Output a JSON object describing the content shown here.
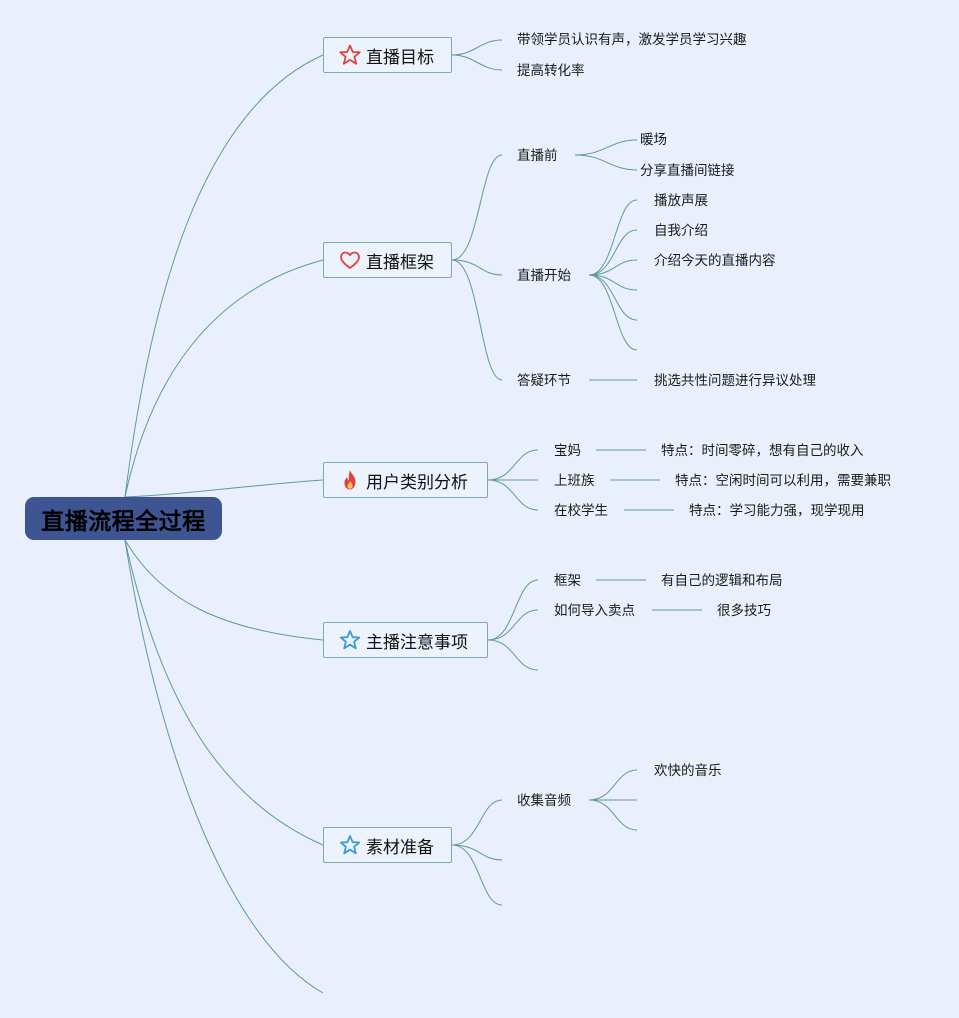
{
  "root": {
    "label": "直播流程全过程"
  },
  "branches": [
    {
      "label": "直播目标",
      "icon": "red-star-icon"
    },
    {
      "label": "直播框架",
      "icon": "red-heart-icon"
    },
    {
      "label": "用户类别分析",
      "icon": "fire-icon"
    },
    {
      "label": "主播注意事项",
      "icon": "blue-star-icon"
    },
    {
      "label": "素材准备",
      "icon": "blue-star-icon"
    }
  ],
  "goal": {
    "items": [
      "带领学员认识有声，激发学员学习兴趣",
      "提高转化率"
    ]
  },
  "framework": {
    "before": {
      "label": "直播前",
      "children": [
        "暖场",
        "分享直播间链接"
      ]
    },
    "start": {
      "label": "直播开始",
      "children": [
        "播放声展",
        "自我介绍",
        "介绍今天的直播内容"
      ]
    },
    "qa": {
      "label": "答疑环节",
      "child": "挑选共性问题进行异议处理"
    }
  },
  "users": [
    {
      "label": "宝妈",
      "trait": "特点：时间零碎，想有自己的收入"
    },
    {
      "label": "上班族",
      "trait": "特点：空闲时间可以利用，需要兼职"
    },
    {
      "label": "在校学生",
      "trait": "特点：学习能力强，现学现用"
    }
  ],
  "host": [
    {
      "label": "框架",
      "child": "有自己的逻辑和布局"
    },
    {
      "label": "如何导入卖点",
      "child": "很多技巧"
    }
  ],
  "materials": {
    "music": {
      "label": "收集音频",
      "children": [
        "欢快的音乐"
      ]
    }
  },
  "colors": {
    "background": "#e9f0fb",
    "root": "#3f5493",
    "line": "#5f9a97",
    "border": "#7eaaa8",
    "red": "#e3423a",
    "blue": "#3d9ad3"
  }
}
